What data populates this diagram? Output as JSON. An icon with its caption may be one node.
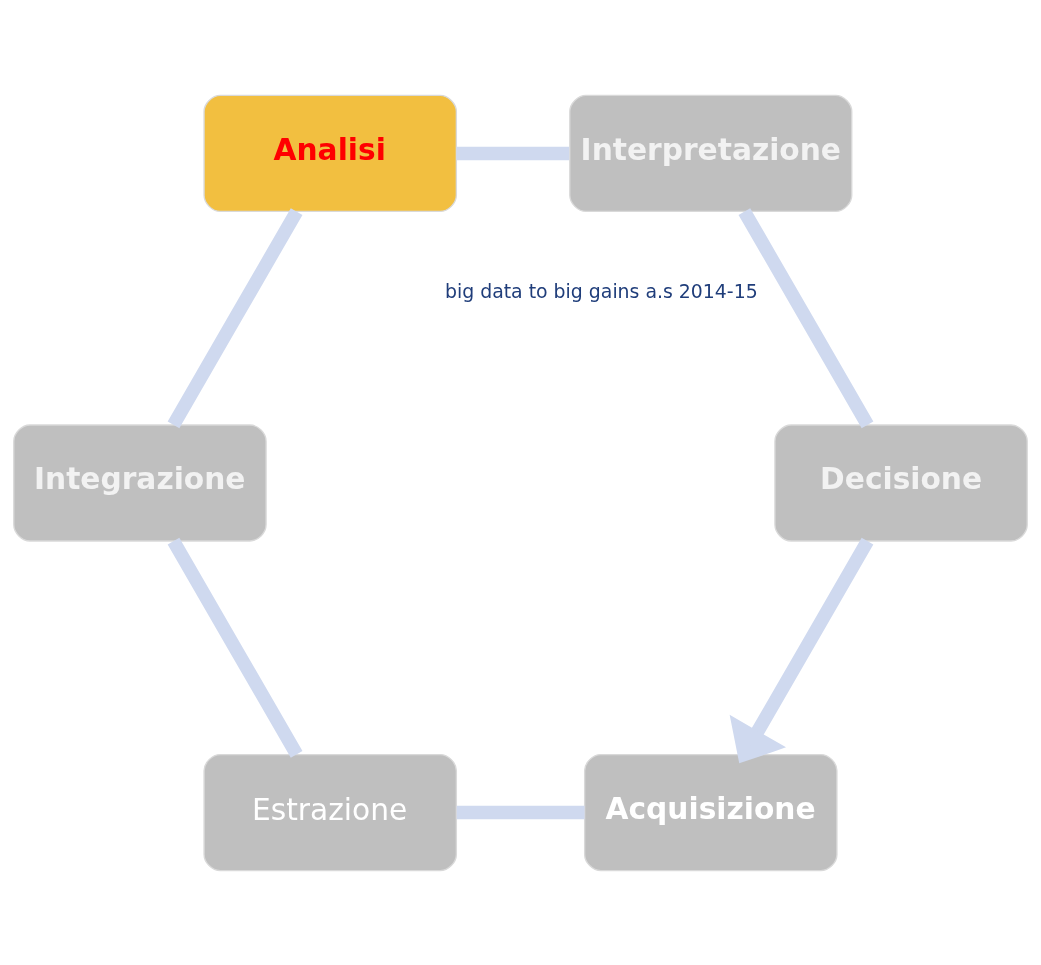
{
  "diagram": {
    "nodes": [
      {
        "text": [
          "Acquisizione"
        ]
      },
      {
        "text": [
          "Estrazione"
        ]
      },
      {
        "text": [
          "Integrazione"
        ]
      },
      {
        "text": [
          "Analisi"
        ]
      },
      {
        "text": [
          "Interpretazione"
        ]
      },
      {
        "text": [
          "Decisione"
        ]
      }
    ],
    "edges": [
      {
        "from": 0,
        "to": 1,
        "arrow": "none"
      },
      {
        "from": 1,
        "to": 2,
        "arrow": "none"
      },
      {
        "from": 2,
        "to": 3,
        "arrow": "none"
      },
      {
        "from": 3,
        "to": 4,
        "arrow": "none"
      },
      {
        "from": 4,
        "to": 5,
        "arrow": "none"
      },
      {
        "from": 5,
        "to": 0,
        "arrow": "to"
      }
    ],
    "labels": [
      "big data to big gains a.s 2014-15"
    ]
  }
}
